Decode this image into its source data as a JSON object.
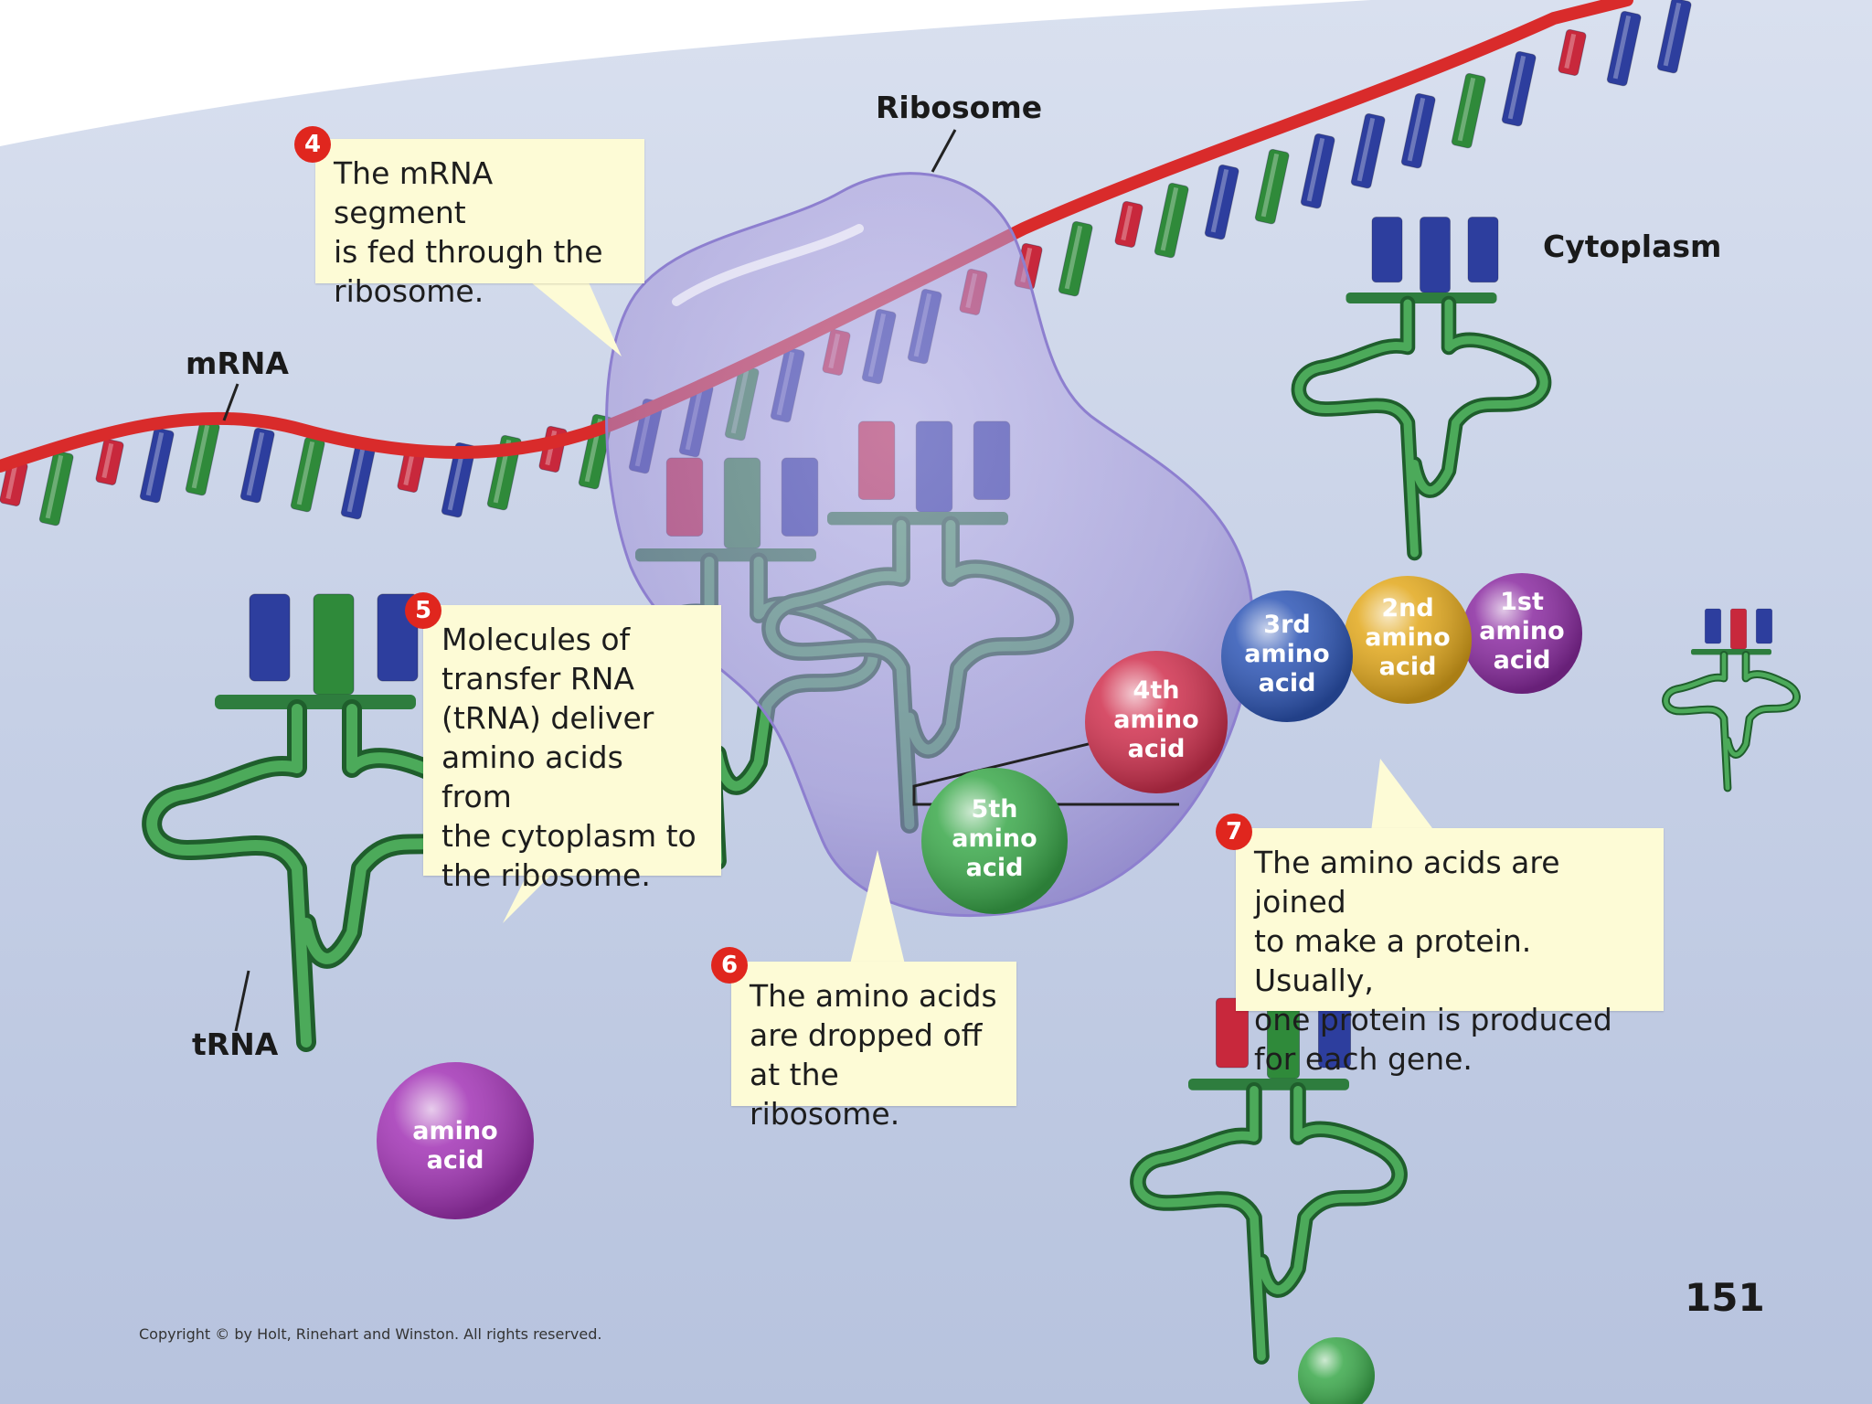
{
  "labels": {
    "ribosome": "Ribosome",
    "mrna": "mRNA",
    "cytoplasm": "Cytoplasm",
    "trna": "tRNA"
  },
  "steps": [
    {
      "number": "4",
      "text": "The mRNA segment\nis fed through the\nribosome."
    },
    {
      "number": "5",
      "text": "Molecules of\ntransfer RNA\n(tRNA) deliver\namino acids from\nthe cytoplasm to\nthe ribosome."
    },
    {
      "number": "6",
      "text": "The amino acids\nare dropped off\nat the ribosome."
    },
    {
      "number": "7",
      "text": "The amino acids are joined\nto make a protein. Usually,\none protein is produced\nfor each gene."
    }
  ],
  "amino_acids": [
    {
      "line1": "1st",
      "line2": "amino",
      "line3": "acid",
      "color": "#8a2aa0"
    },
    {
      "line1": "2nd",
      "line2": "amino",
      "line3": "acid",
      "color": "#e2a81c"
    },
    {
      "line1": "3rd",
      "line2": "amino",
      "line3": "acid",
      "color": "#2d55b5"
    },
    {
      "line1": "4th",
      "line2": "amino",
      "line3": "acid",
      "color": "#d0304e"
    },
    {
      "line1": "5th",
      "line2": "amino",
      "line3": "acid",
      "color": "#3aa84a"
    }
  ],
  "free_amino_acid": {
    "line1": "amino",
    "line2": "acid",
    "color": "#a233b5"
  },
  "page_number": "151",
  "copyright": "Copyright © by Holt, Rinehart and Winston.  All rights reserved.",
  "colors": {
    "background": "#c7d1e6",
    "mrna_backbone": "#d92b2b",
    "base_red": "#c8283c",
    "base_green": "#2f8a3a",
    "base_blue": "#2d3e9e",
    "trna": "#2e7d3e",
    "ribosome": "#a99cd8",
    "callout": "#fdfbd6",
    "step_badge": "#e0261e"
  }
}
